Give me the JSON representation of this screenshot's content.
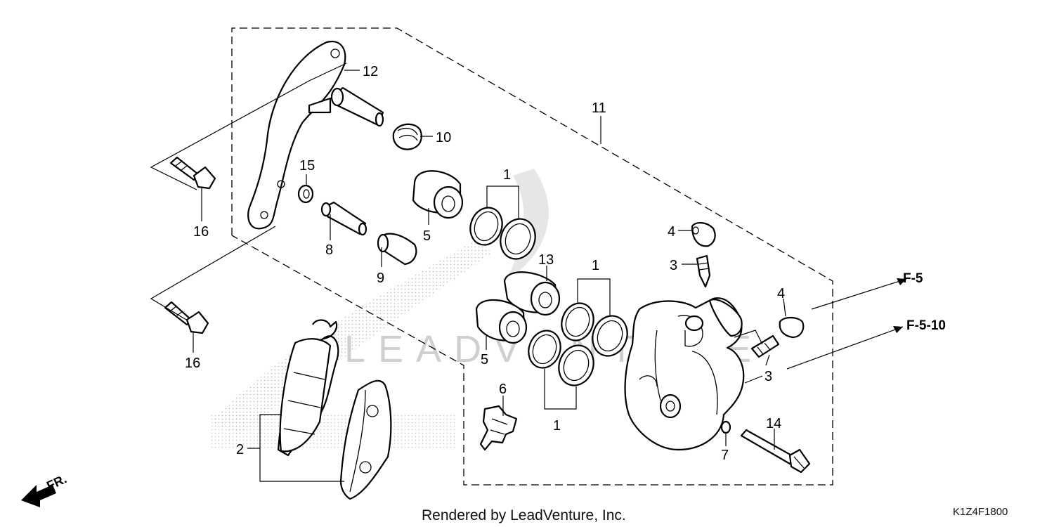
{
  "callouts": [
    {
      "id": "1a",
      "text": "1"
    },
    {
      "id": "1b",
      "text": "1"
    },
    {
      "id": "1c",
      "text": "1"
    },
    {
      "id": "2",
      "text": "2"
    },
    {
      "id": "3a",
      "text": "3"
    },
    {
      "id": "3b",
      "text": "3"
    },
    {
      "id": "4a",
      "text": "4"
    },
    {
      "id": "4b",
      "text": "4"
    },
    {
      "id": "5a",
      "text": "5"
    },
    {
      "id": "5b",
      "text": "5"
    },
    {
      "id": "6",
      "text": "6"
    },
    {
      "id": "7",
      "text": "7"
    },
    {
      "id": "8",
      "text": "8"
    },
    {
      "id": "9",
      "text": "9"
    },
    {
      "id": "10",
      "text": "10"
    },
    {
      "id": "11",
      "text": "11"
    },
    {
      "id": "12",
      "text": "12"
    },
    {
      "id": "13",
      "text": "13"
    },
    {
      "id": "14",
      "text": "14"
    },
    {
      "id": "15",
      "text": "15"
    },
    {
      "id": "16a",
      "text": "16"
    },
    {
      "id": "16b",
      "text": "16"
    }
  ],
  "references": {
    "f5": "F-5",
    "f510": "F-5-10"
  },
  "direction_label": "FR.",
  "watermark": "LEADVENTURE",
  "footer": {
    "credit": "Rendered by LeadVenture, Inc.",
    "diagram_code": "K1Z4F1800"
  }
}
